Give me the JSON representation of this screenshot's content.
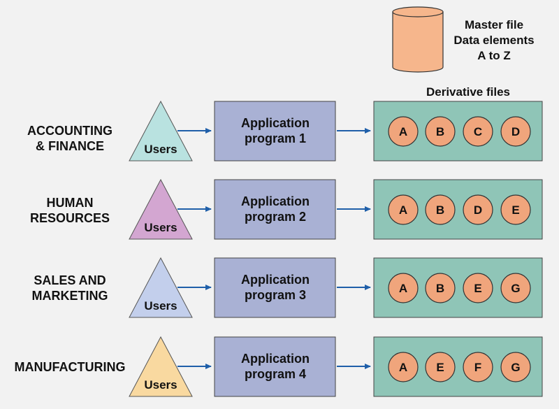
{
  "master": {
    "lines": [
      "Master file",
      "Data elements",
      "A to Z"
    ],
    "color": "#f6b68c"
  },
  "derivative_label": "Derivative files",
  "rows": [
    {
      "dept": "ACCOUNTING\n& FINANCE",
      "users": "Users",
      "users_color": "#b9e2e0",
      "app_lines": [
        "Application",
        "program 1"
      ],
      "files": [
        "A",
        "B",
        "C",
        "D"
      ]
    },
    {
      "dept": "HUMAN\nRESOURCES",
      "users": "Users",
      "users_color": "#d3a6d1",
      "app_lines": [
        "Application",
        "program 2"
      ],
      "files": [
        "A",
        "B",
        "D",
        "E"
      ]
    },
    {
      "dept": "SALES AND\nMARKETING",
      "users": "Users",
      "users_color": "#c3cfec",
      "app_lines": [
        "Application",
        "program 3"
      ],
      "files": [
        "A",
        "B",
        "E",
        "G"
      ]
    },
    {
      "dept": "MANUFACTURING",
      "users": "Users",
      "users_color": "#f9d9a0",
      "app_lines": [
        "Application",
        "program 4"
      ],
      "files": [
        "A",
        "E",
        "F",
        "G"
      ]
    }
  ],
  "colors": {
    "app_fill": "#a9b1d4",
    "files_fill": "#8fc5b7",
    "circle_fill": "#f0a57c",
    "arrow": "#1f5fa9"
  }
}
